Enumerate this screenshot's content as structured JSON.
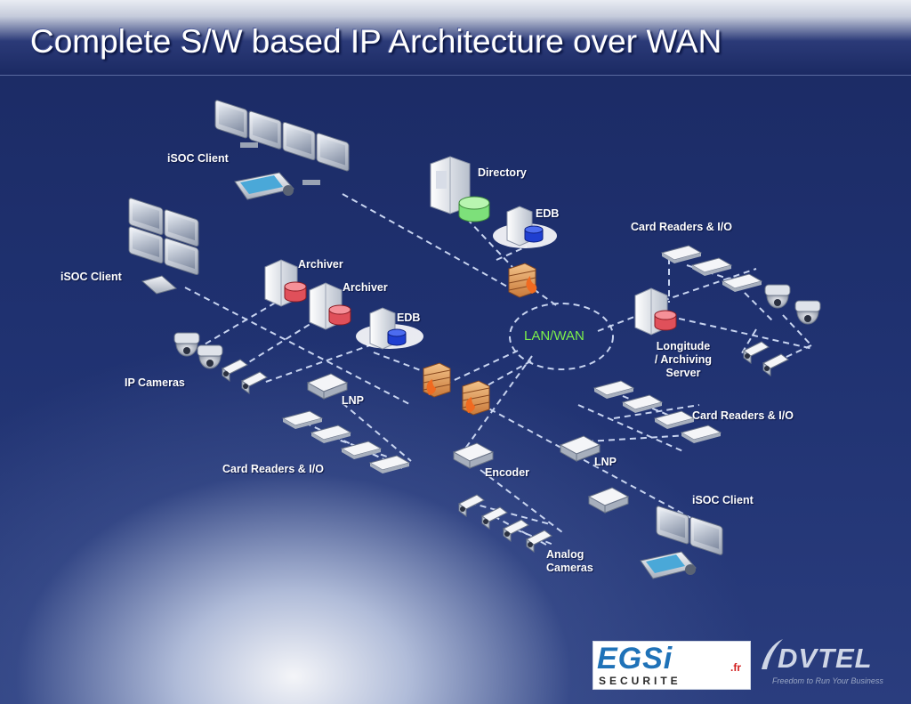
{
  "title": "Complete S/W based IP Architecture over WAN",
  "labels": {
    "isoc_client_1": "iSOC Client",
    "isoc_client_2": "iSOC Client",
    "isoc_client_3": "iSOC Client",
    "directory": "Directory",
    "edb_1": "EDB",
    "edb_2": "EDB",
    "archiver_1": "Archiver",
    "archiver_2": "Archiver",
    "card_readers_1": "Card Readers & I/O",
    "card_readers_2": "Card Readers & I/O",
    "card_readers_3": "Card Readers & I/O",
    "lan_wan": "LAN/WAN",
    "longitude": "Longitude\n/ Archiving\nServer",
    "ip_cameras": "IP Cameras",
    "lnp_1": "LNP",
    "lnp_2": "LNP",
    "encoder": "Encoder",
    "analog_cameras": "Analog\nCameras"
  },
  "logos": {
    "egsi": "EGSi",
    "egsi_fr": ".fr",
    "egsi_sub": "SECURITE",
    "dvtel": "DVTEL",
    "dvtel_tag": "Freedom to Run Your Business"
  },
  "colors": {
    "background": "#1f3170",
    "connector": "#c8d4f0",
    "lanwan_text": "#7cf04a",
    "directory_db": "#7de07a",
    "edb_db": "#1f3fd0",
    "archiver_db": "#e0505a"
  }
}
